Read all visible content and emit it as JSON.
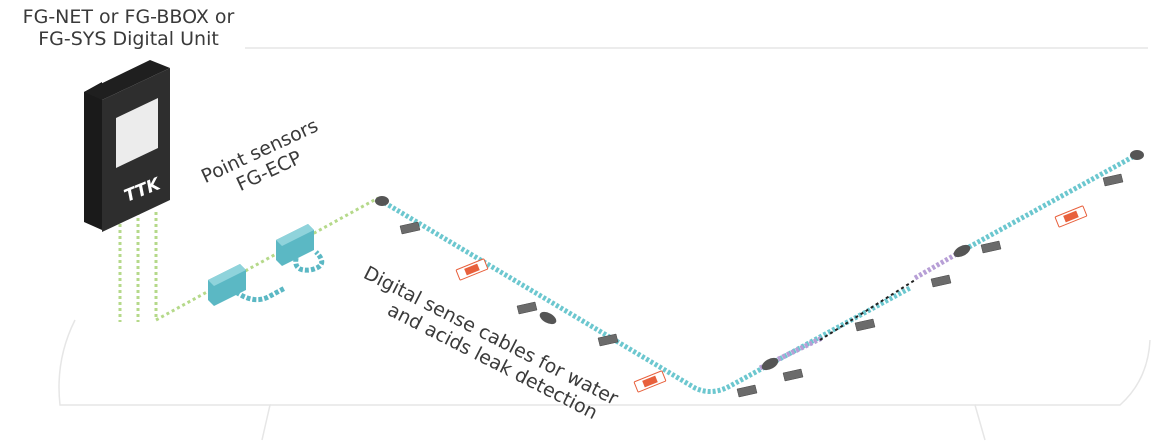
{
  "digital_unit": {
    "label_line1": "FG-NET or FG-BBOX or",
    "label_line2": "FG-SYS Digital Unit",
    "logo": "TTK",
    "body_color": "#2e2e2e",
    "screen_color": "#ececec"
  },
  "point_sensors": {
    "label_line1": "Point sensors",
    "label_line2": "FG-ECP",
    "color": "#5bb8c4"
  },
  "sense_cables": {
    "label_line1": "Digital sense cables for water",
    "label_line2": "and acids leak detection",
    "water_cable_color": "#6cc7cf",
    "acid_cable_color": "#b79fd6",
    "wire_color": "#b5d98a",
    "tag_color": "#e8603c"
  }
}
